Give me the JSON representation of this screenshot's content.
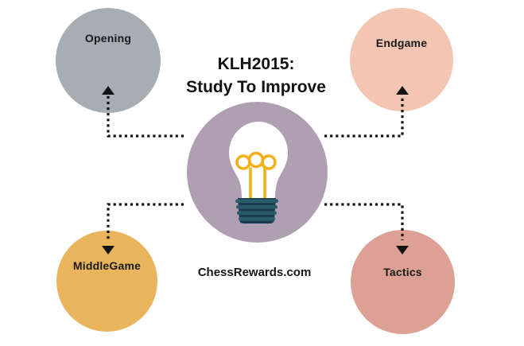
{
  "title": {
    "line1": "KLH2015:",
    "line2": "Study To Improve"
  },
  "website": "ChessRewards.com",
  "background_color": "#ffffff",
  "text_color": "#1a1a1a",
  "center_node": {
    "icon": "lightbulb-icon",
    "circle_color": "#b09fb3",
    "glass_color": "#ffffff",
    "filament_color": "#f5ae14",
    "base_color": "#2b5a6d",
    "base_shadow_color": "#173d4e"
  },
  "nodes": [
    {
      "id": "opening",
      "label": "Opening",
      "color": "#a7aeb3",
      "position": "top-left"
    },
    {
      "id": "endgame",
      "label": "Endgame",
      "color": "#f2c6b2",
      "position": "top-right"
    },
    {
      "id": "middlegame",
      "label": "MiddleGame",
      "color": "#e9b45c",
      "position": "bottom-left"
    },
    {
      "id": "tactics",
      "label": "Tactics",
      "color": "#dda094",
      "position": "bottom-right"
    }
  ],
  "connectors": {
    "color": "#141414",
    "style": "dotted-elbow-arrow"
  }
}
